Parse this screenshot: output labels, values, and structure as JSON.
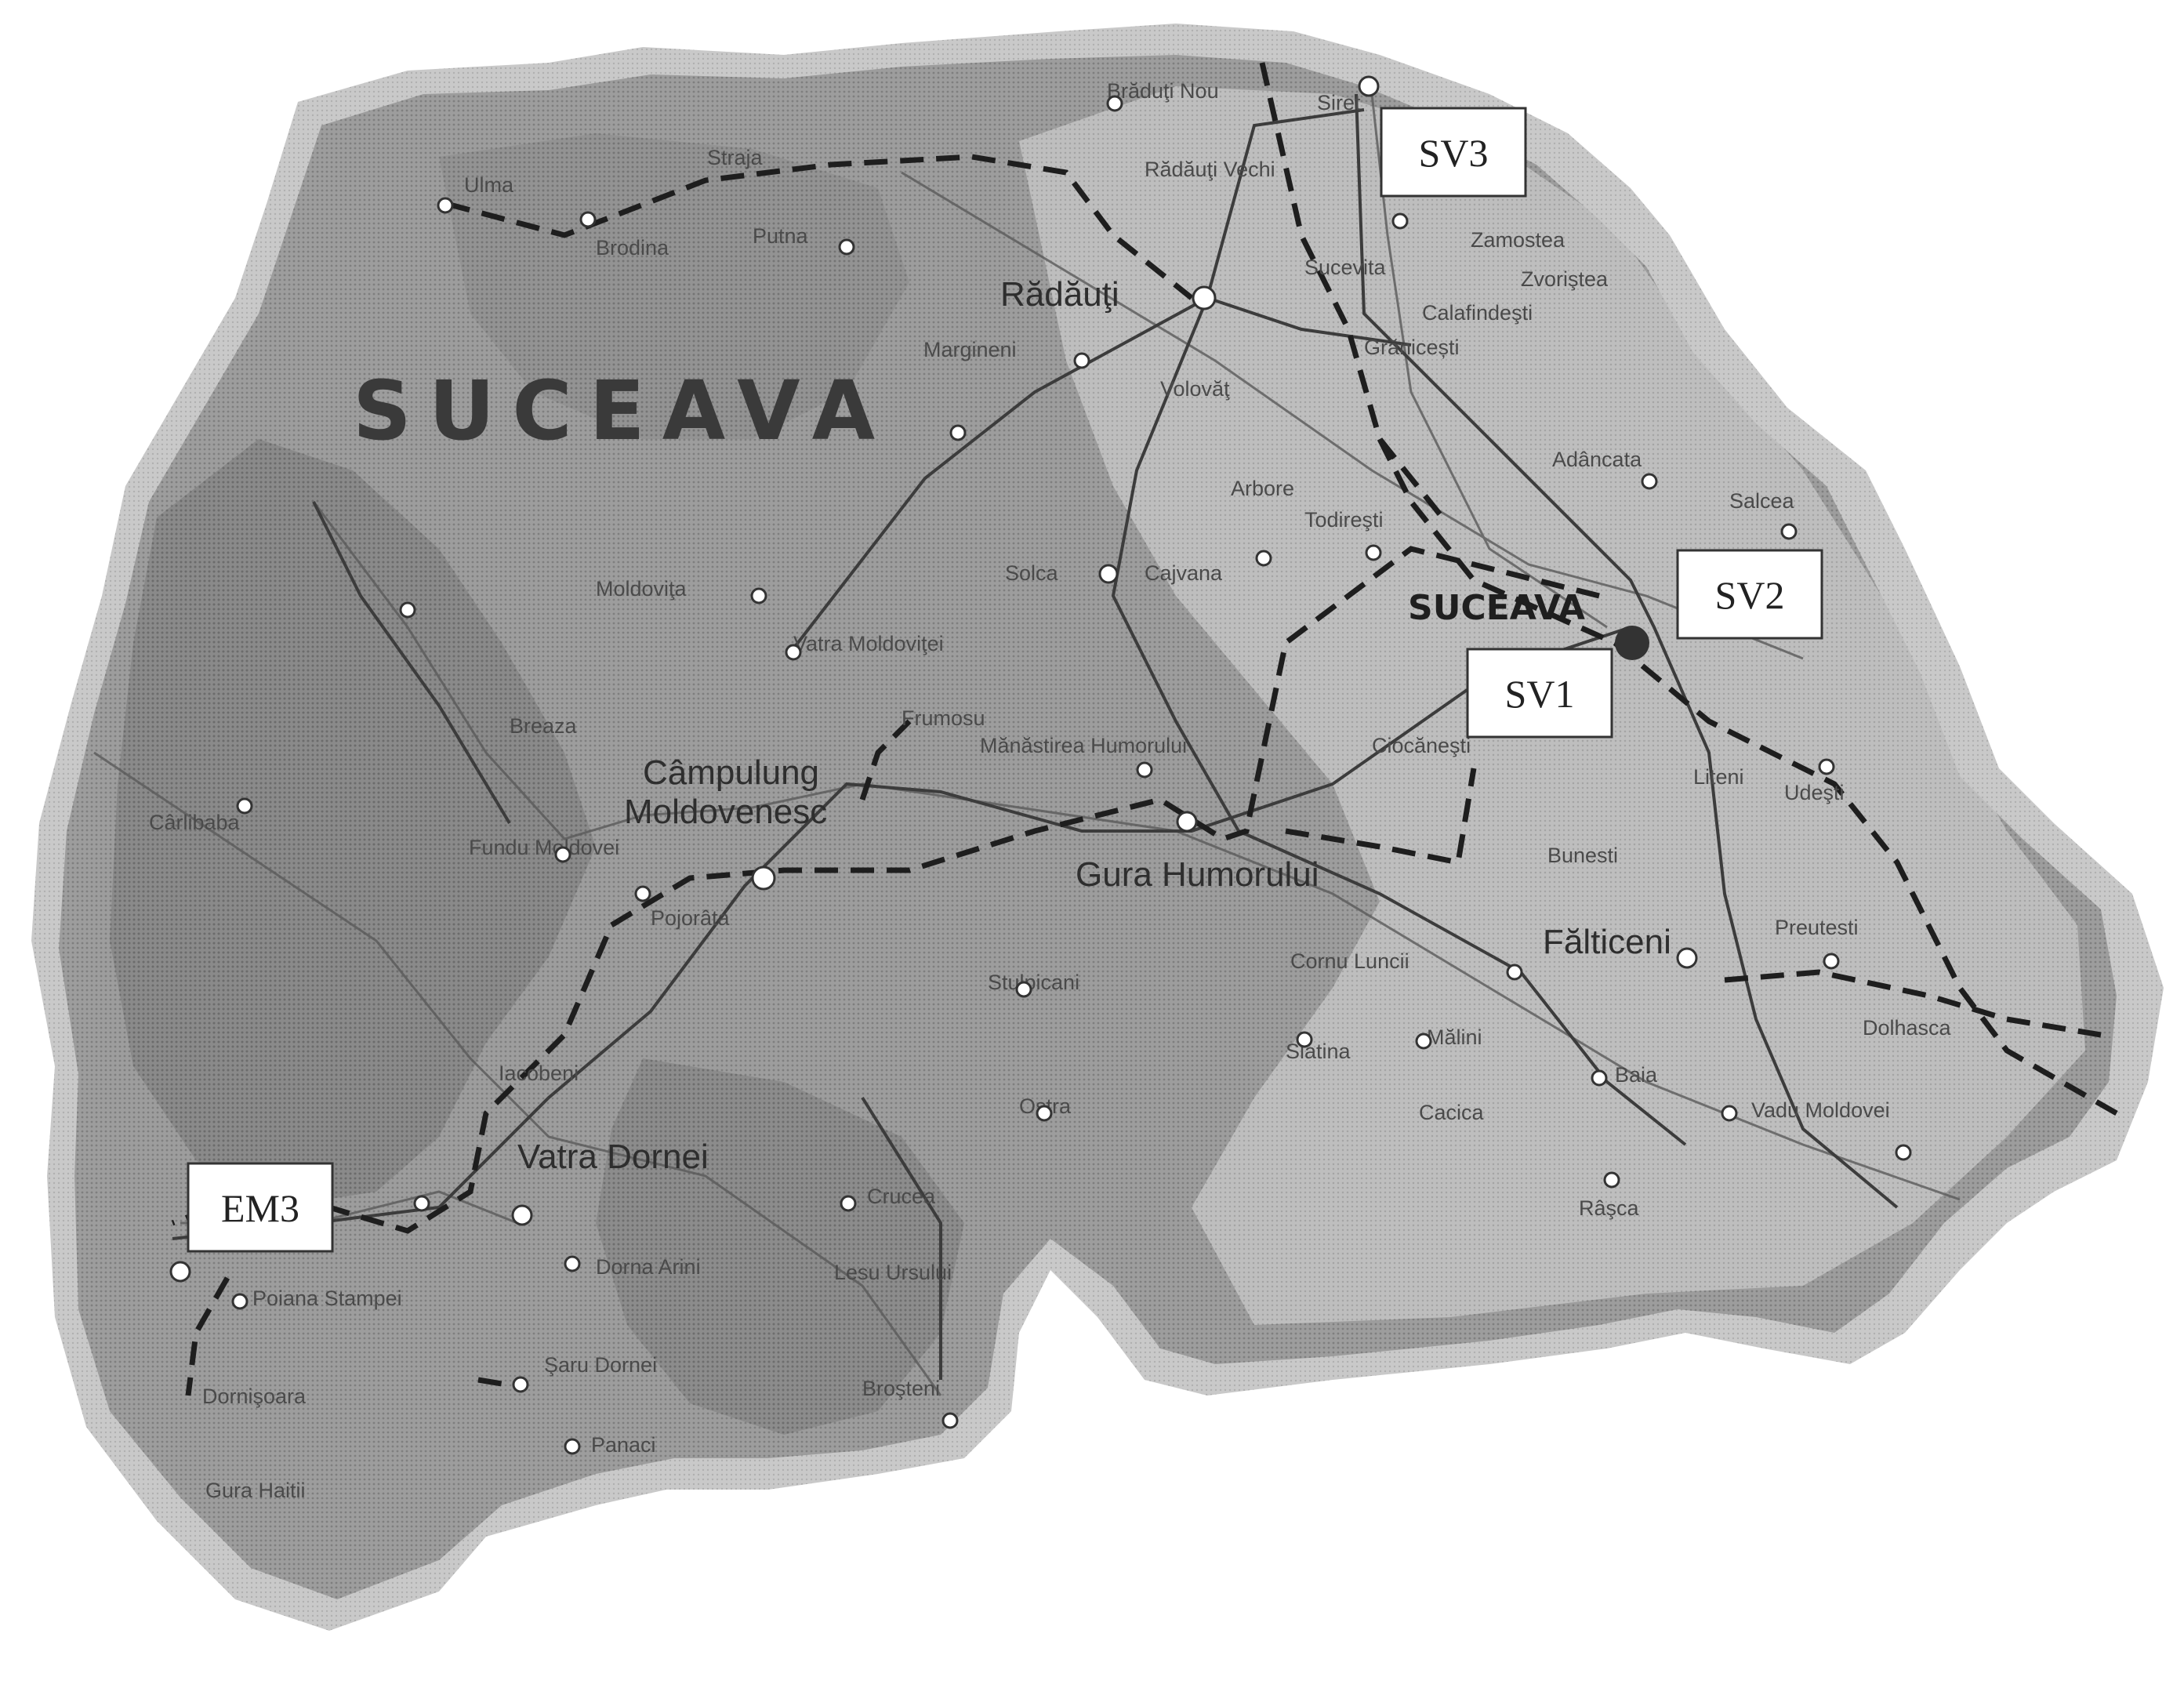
{
  "map": {
    "region_title": "SUCEAVA",
    "capital": "SUCEAVA",
    "towns_large": [
      "Rădăuţi",
      "Câmpulung",
      "Moldovenesc",
      "Gura Humorului",
      "Vatra Dornei",
      "Fălticeni"
    ],
    "towns": [
      "Ulma",
      "Straja",
      "Brodina",
      "Putna",
      "Brăduţi Nou",
      "Siret",
      "Rădăuţi Vechi",
      "Margineni",
      "Volovăţ",
      "Zamostea",
      "Zvoriştea",
      "Calafindeşti",
      "Grănicești",
      "Sucevita",
      "Adâncata",
      "Arbore",
      "Todireşti",
      "Cajvana",
      "Solca",
      "Moldoviţa",
      "Vatra Moldoviţei",
      "Frumosu",
      "Mănăstirea Humorului",
      "Salcea",
      "Liteni",
      "Udeşti",
      "Bunesti",
      "Ciocăneşti",
      "Pojorâta",
      "Breaza",
      "Fundu Moldovei",
      "Iacobeni",
      "Stulpicani",
      "Ostra",
      "Crucea",
      "Dorna Arini",
      "Şaru Dornei",
      "Panaci",
      "Broşteni",
      "Poiana Stampei",
      "Dornişoara",
      "Gura Haitii",
      "Cornu Luncii",
      "Mălini",
      "Baia",
      "Vadu Moldovei",
      "Preutesti",
      "Dolhasca",
      "Râşca",
      "Slatina",
      "Cârlibaba",
      "Cacica",
      "Lesu Ursului"
    ],
    "stations": [
      "SV3",
      "SV2",
      "SV1",
      "EM3"
    ]
  }
}
